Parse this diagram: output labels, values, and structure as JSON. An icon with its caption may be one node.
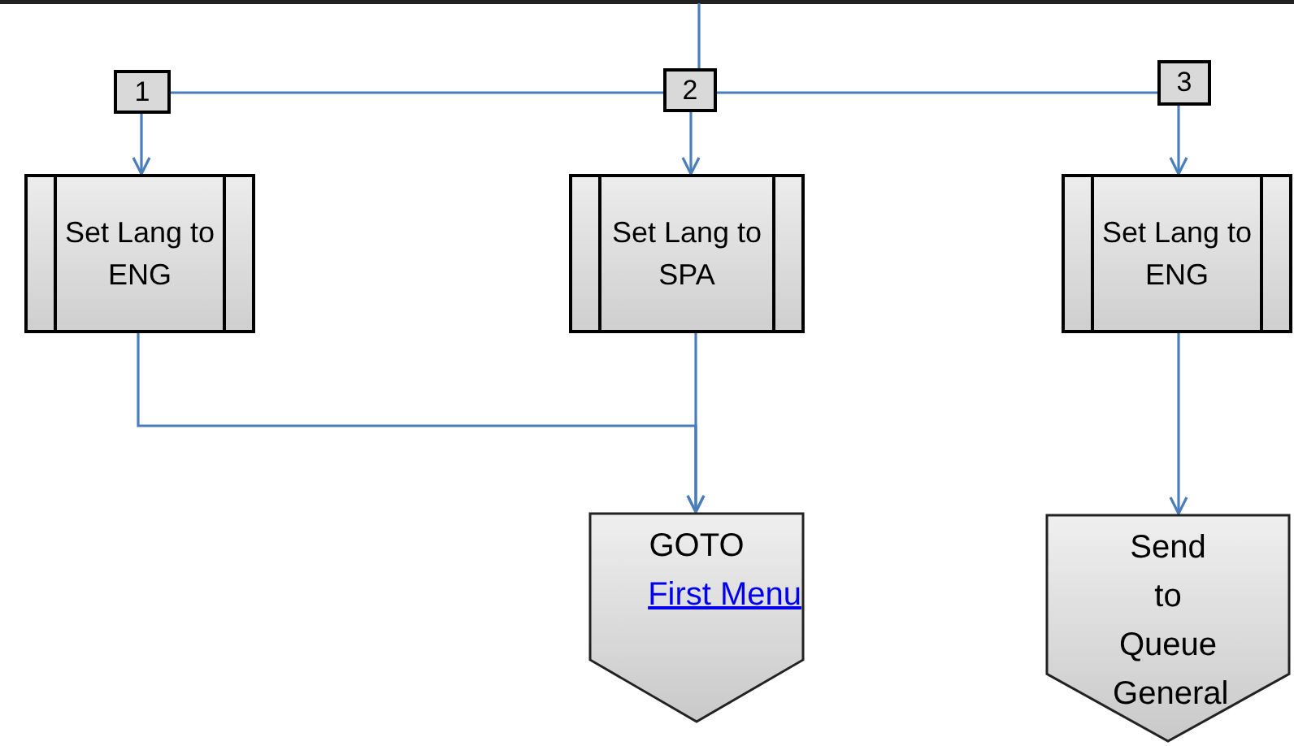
{
  "diagram": {
    "nodes": [
      {
        "text": [
          "1"
        ]
      },
      {
        "text": [
          "2"
        ]
      },
      {
        "text": [
          "3"
        ]
      },
      {
        "text": [
          "Set Lang to ENG"
        ]
      },
      {
        "text": [
          "Set Lang to SPA"
        ]
      },
      {
        "text": [
          "Set Lang to ENG"
        ]
      },
      {
        "text": [
          "GOTO",
          "First Menu"
        ]
      },
      {
        "text": [
          "Send to Queue General"
        ]
      }
    ],
    "edges": [
      {
        "from": null,
        "to": 1,
        "arrow": "none"
      },
      {
        "from": 1,
        "to": 0,
        "arrow": "none"
      },
      {
        "from": 1,
        "to": 2,
        "arrow": "none"
      },
      {
        "from": 0,
        "to": 3,
        "arrow": "to"
      },
      {
        "from": 1,
        "to": 4,
        "arrow": "to"
      },
      {
        "from": 2,
        "to": 5,
        "arrow": "to"
      },
      {
        "from": 3,
        "to": 6,
        "arrow": "to"
      },
      {
        "from": 4,
        "to": 6,
        "arrow": "to"
      },
      {
        "from": 5,
        "to": 7,
        "arrow": "to"
      }
    ]
  }
}
